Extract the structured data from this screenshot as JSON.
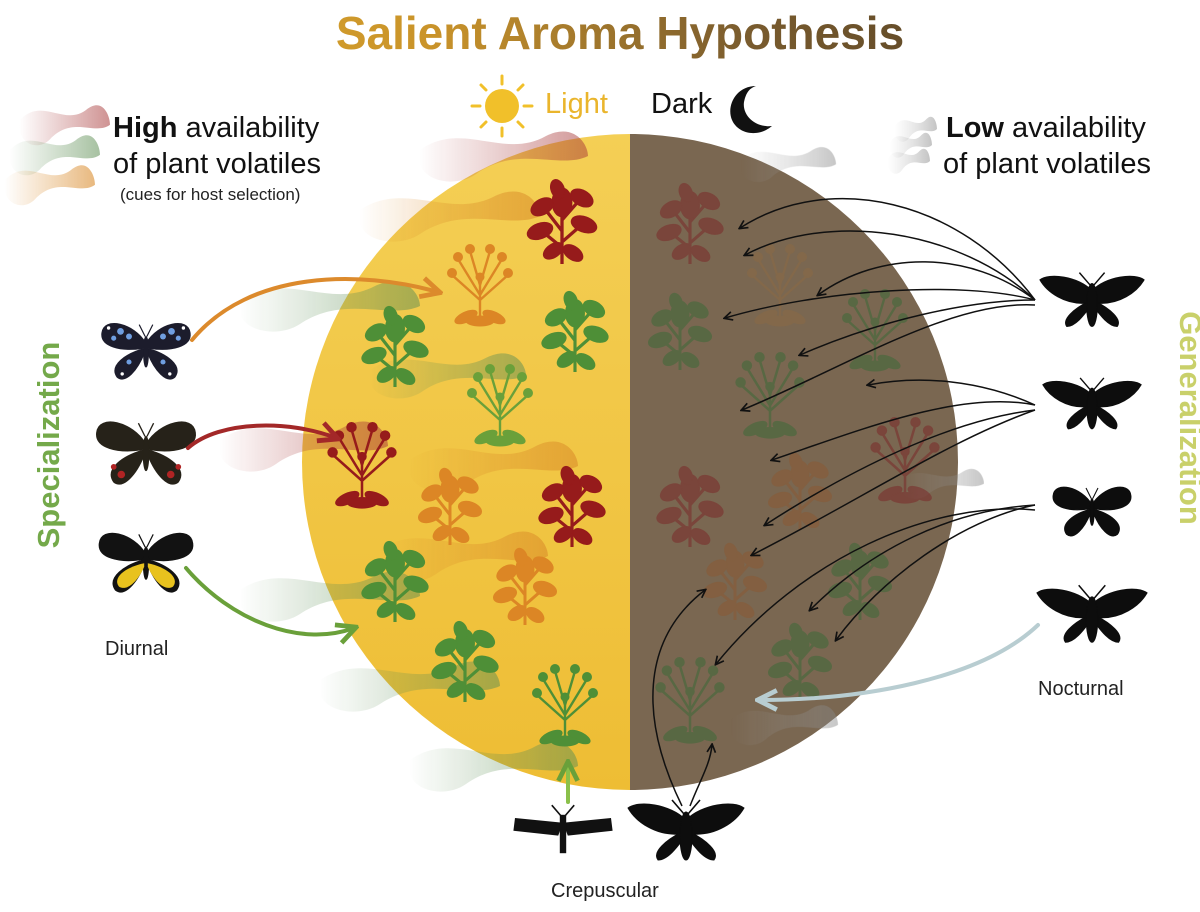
{
  "title": "Salient Aroma Hypothesis",
  "light_label": "Light",
  "dark_label": "Dark",
  "high": {
    "bold": "High",
    "rest": " availability",
    "line2": "of plant volatiles",
    "note": "(cues for host selection)"
  },
  "low": {
    "bold": "Low",
    "rest": " availability",
    "line2": "of plant volatiles"
  },
  "specialization_label": "Specialization",
  "generalization_label": "Generalization",
  "diurnal_label": "Diurnal",
  "nocturnal_label": "Nocturnal",
  "crepuscular_label": "Crepuscular",
  "colors": {
    "light_half": "#f1c543",
    "dark_half": "#7a6751",
    "title_gold": "#e6b22f",
    "specialization_green": "#74a94a",
    "generalization_yellow": "#c9d06a",
    "plant_red": "#961b1b",
    "plant_orange": "#dc8625",
    "plant_green": "#4e8f37",
    "arrow_orange": "#dc8a2c",
    "arrow_red": "#a32828",
    "arrow_green": "#6aa03a",
    "arrow_pale_blue": "#b8cdd1"
  },
  "icons": [
    "sun-icon",
    "moon-icon",
    "butterfly-icon",
    "moth-icon",
    "plant-icon",
    "scent-plume-icon"
  ]
}
